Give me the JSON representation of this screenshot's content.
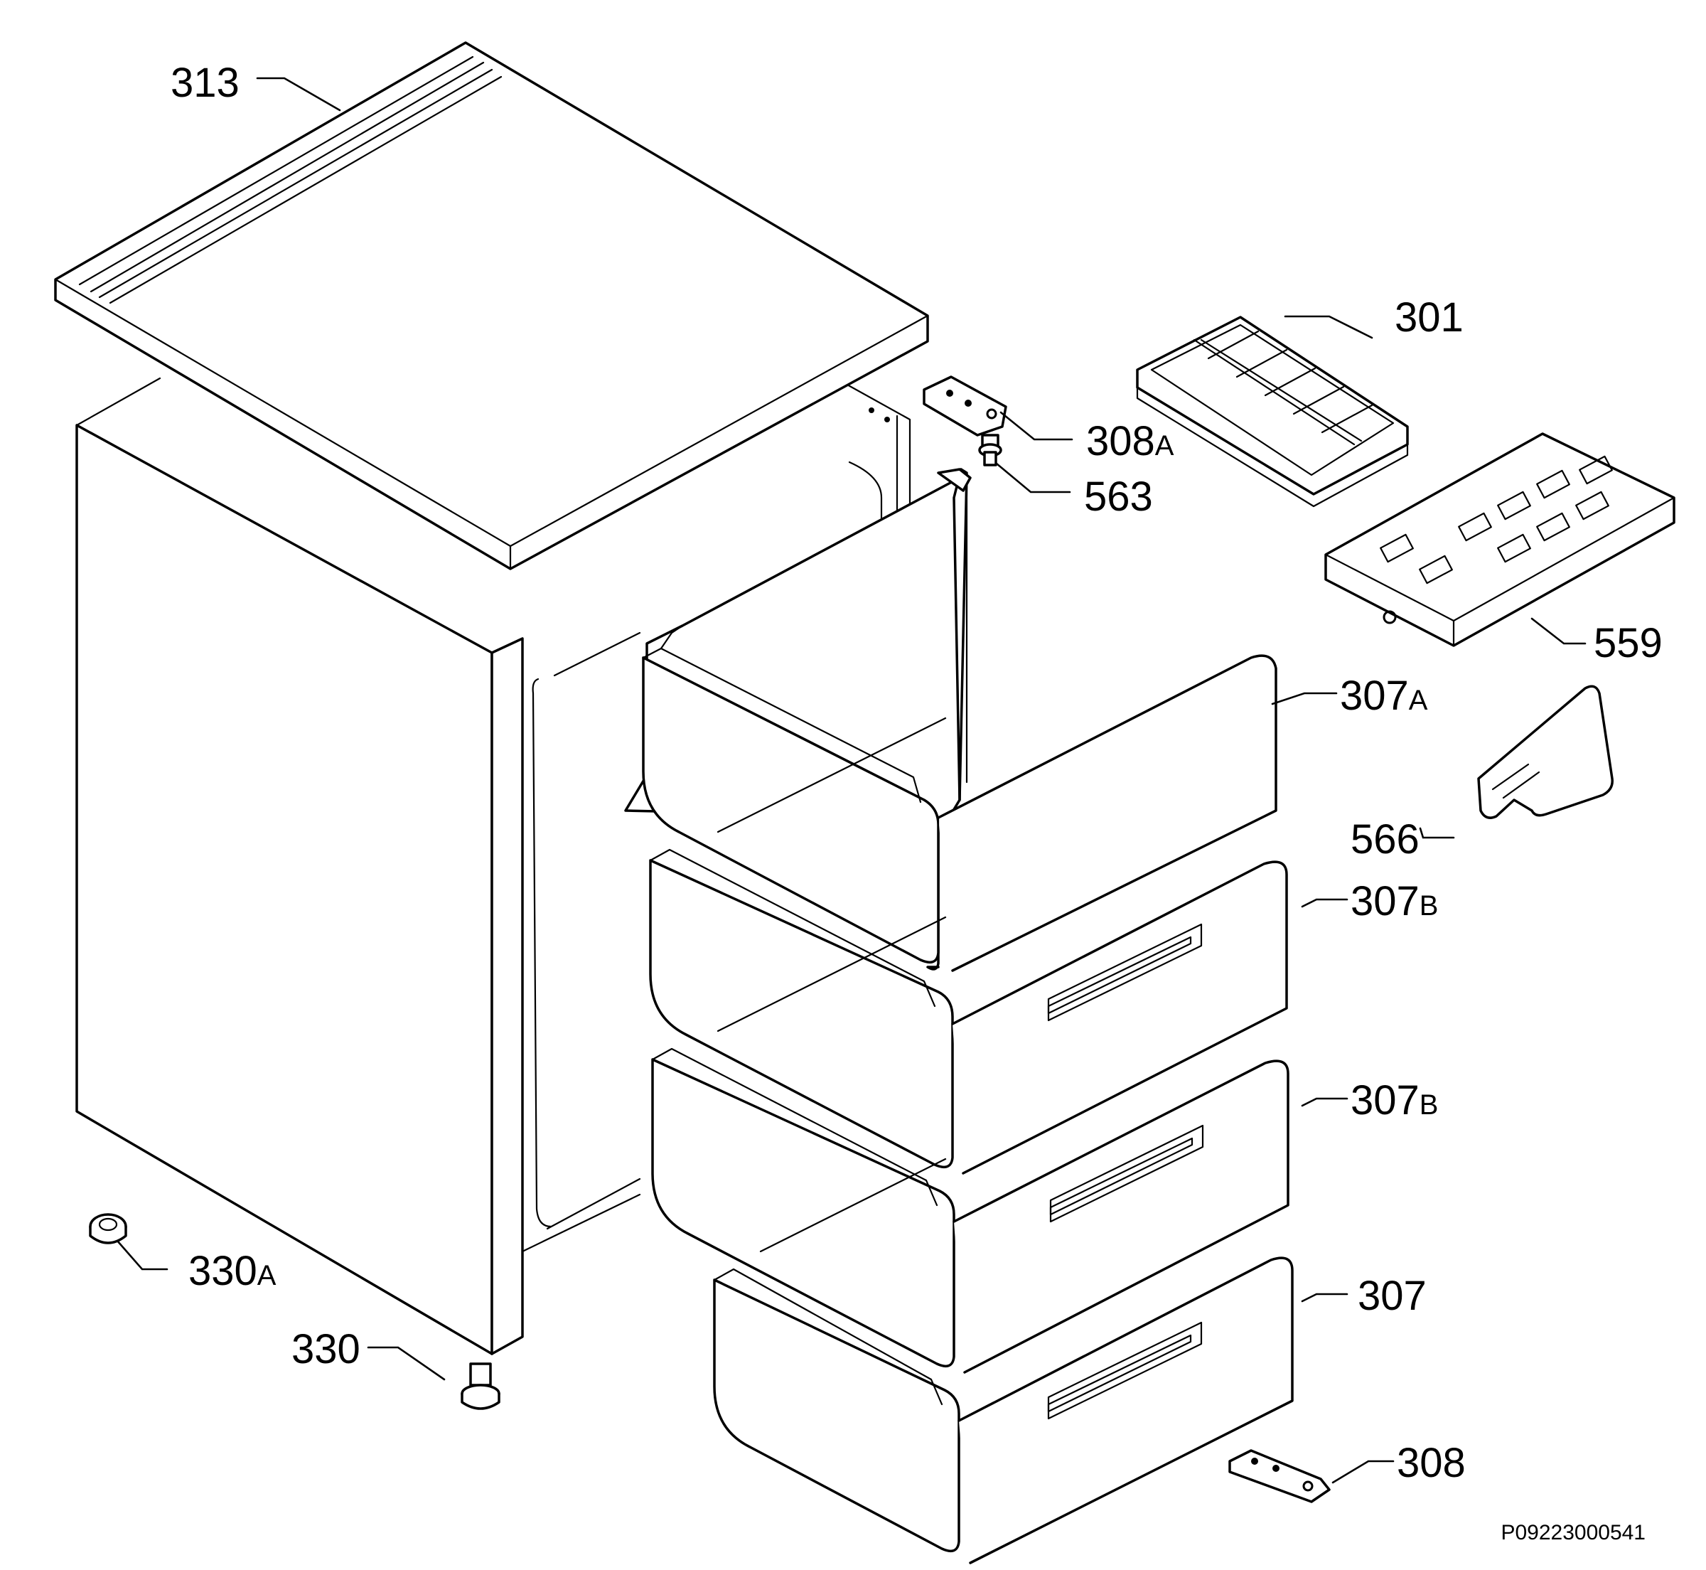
{
  "callouts": [
    {
      "id": "313",
      "num": "313",
      "suffix": ""
    },
    {
      "id": "301",
      "num": "301",
      "suffix": ""
    },
    {
      "id": "308A",
      "num": "308",
      "suffix": "A"
    },
    {
      "id": "563",
      "num": "563",
      "suffix": ""
    },
    {
      "id": "559",
      "num": "559",
      "suffix": ""
    },
    {
      "id": "307A",
      "num": "307",
      "suffix": "A"
    },
    {
      "id": "566",
      "num": "566",
      "suffix": ""
    },
    {
      "id": "307B_1",
      "num": "307",
      "suffix": "B"
    },
    {
      "id": "307B_2",
      "num": "307",
      "suffix": "B"
    },
    {
      "id": "307",
      "num": "307",
      "suffix": ""
    },
    {
      "id": "330A",
      "num": "330",
      "suffix": "A"
    },
    {
      "id": "330",
      "num": "330",
      "suffix": ""
    },
    {
      "id": "308",
      "num": "308",
      "suffix": ""
    }
  ],
  "drawing_code": "P09223000541"
}
